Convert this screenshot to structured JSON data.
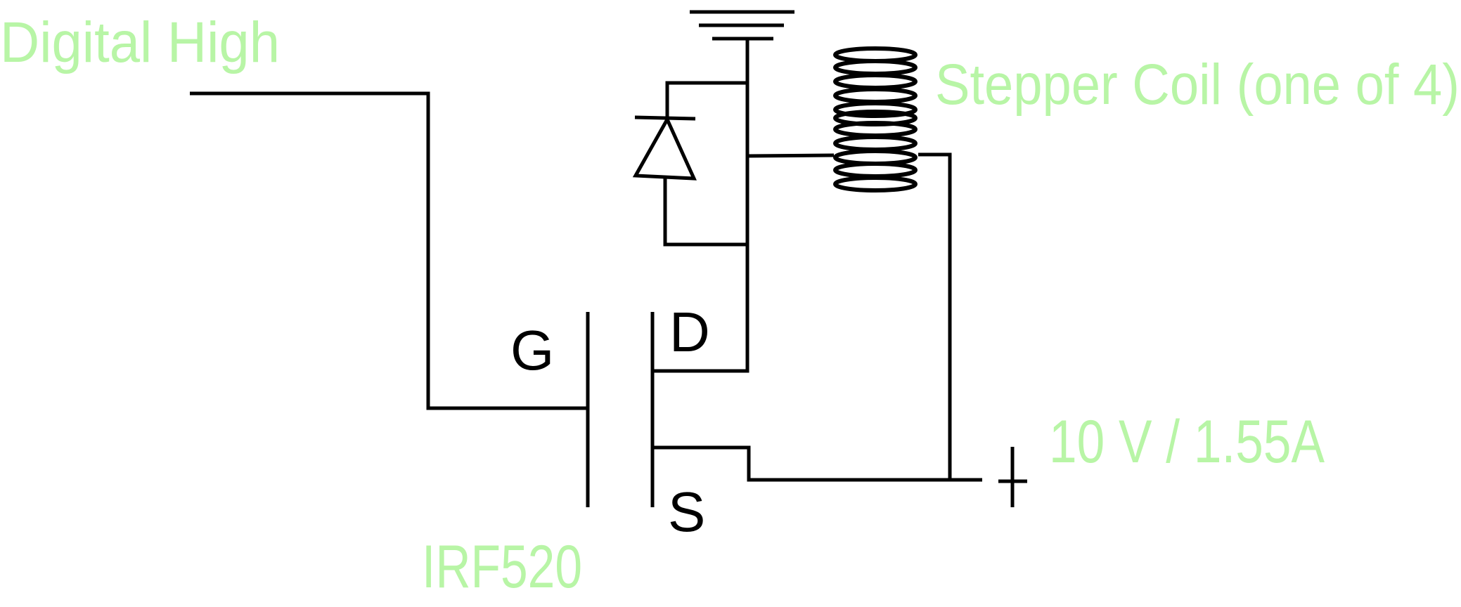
{
  "colors": {
    "label": "#b8f5a6",
    "wire": "#000000",
    "background": "#ffffff"
  },
  "labels": {
    "digital_high": "Digital High",
    "stepper_coil": "Stepper Coil (one of 4)",
    "supply": "10 V / 1.55A",
    "part_number": "IRF520",
    "gate": "G",
    "drain": "D",
    "source": "S",
    "plus": "+"
  }
}
